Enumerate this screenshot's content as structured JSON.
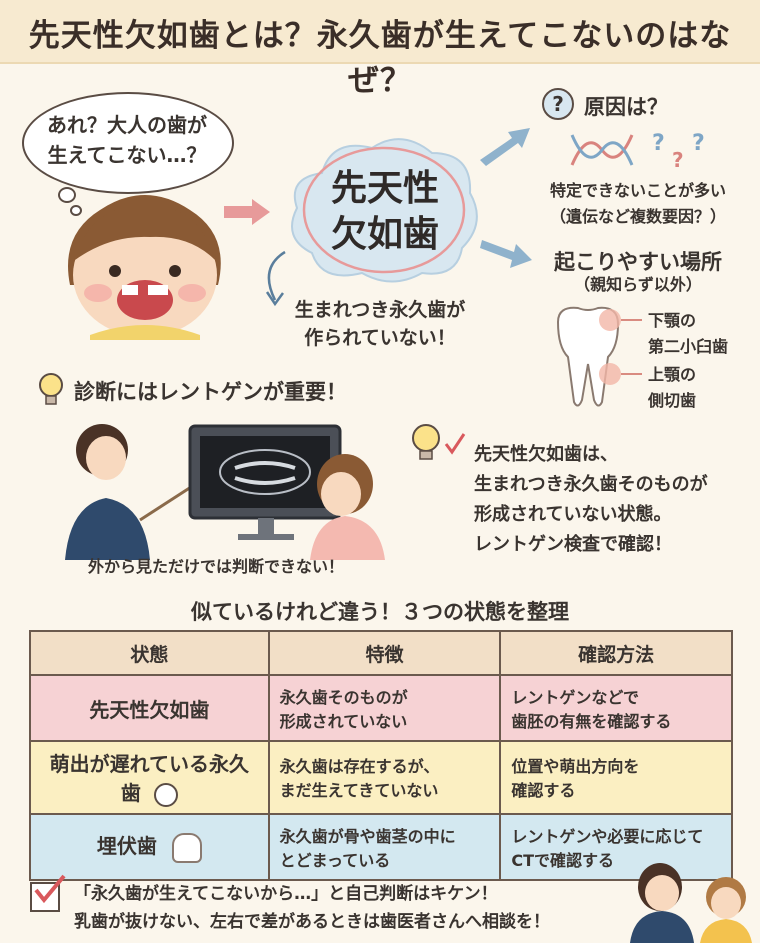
{
  "title": "先天性欠如歯とは？永久歯が生えてこないのはなぜ？",
  "thought_bubble": [
    "あれ？大人の歯が",
    "生えてこない…？"
  ],
  "center_term": [
    "先天性",
    "欠如歯"
  ],
  "definition_note": [
    "生まれつき永久歯が",
    "作られていない！"
  ],
  "cause": {
    "heading": "原因は？",
    "lines": [
      "特定できないことが多い",
      "（遺伝など複数要因？）"
    ]
  },
  "locations": {
    "heading": "起こりやすい場所",
    "sub": "（親知らず以外）",
    "lower": [
      "下顎の",
      "第二小臼歯"
    ],
    "upper": [
      "上顎の",
      "側切歯"
    ]
  },
  "diagnosis": {
    "heading": "診断にはレントゲンが重要！",
    "caption": "外から見ただけでは判断できない！"
  },
  "summary": [
    "先天性欠如歯は、",
    "生まれつき永久歯そのものが",
    "形成されていない状態。",
    "レントゲン検査で確認！"
  ],
  "comparison": {
    "heading": "似ているけれど違う！３つの状態を整理",
    "headers": [
      "状態",
      "特徴",
      "確認方法"
    ],
    "rows": [
      {
        "state": "先天性欠如歯",
        "feature": [
          "永久歯そのものが",
          "形成されていない"
        ],
        "method": [
          "レントゲンなどで",
          "歯胚の有無を確認する"
        ]
      },
      {
        "state": "萌出が遅れている永久歯",
        "feature": [
          "永久歯は存在するが、",
          "まだ生えてきていない"
        ],
        "method": [
          "位置や萌出方向を",
          "確認する"
        ]
      },
      {
        "state": "埋伏歯",
        "feature": [
          "永久歯が骨や歯茎の中に",
          "とどまっている"
        ],
        "method": [
          "レントゲンや必要に応じて",
          "CTで確認する"
        ]
      }
    ]
  },
  "footer": [
    "「永久歯が生えてこないから…」と自己判断はキケン！",
    "乳歯が抜けない、左右で差があるときは歯医者さんへ相談を！"
  ],
  "colors": {
    "accent_pink": "#e79a9a",
    "accent_blue": "#8fb2cc",
    "row_pink": "#f6d2d4",
    "row_yellow": "#fbefc2",
    "row_blue": "#d3e8f0"
  }
}
